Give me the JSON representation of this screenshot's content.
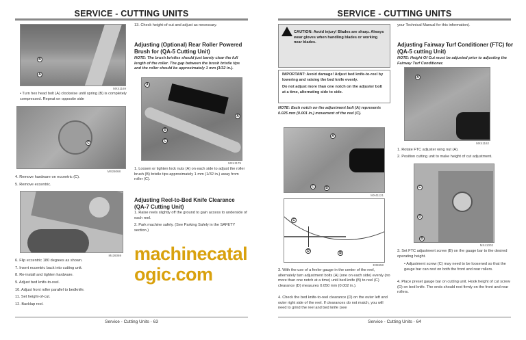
{
  "watermark": "machinecatalogic.com",
  "left_page": {
    "header": "SERVICE - CUTTING UNITS",
    "footer": "Service - Cutting Units - 63",
    "figure1": {
      "caption": "MX41169",
      "callouts": [
        "B",
        "A"
      ]
    },
    "bullet1": "•  Turn hex head bolt (A) clockwise until spring (B) is completely compressed. Repeat on opposite side",
    "figure2": {
      "caption": "MX26068",
      "callouts": [
        "C"
      ]
    },
    "step4": "4. Remove hardware on eccentric (C).",
    "step5": "5. Remove eccentric.",
    "figure3": {
      "caption": "Mx26069"
    },
    "steps_b": [
      "6. Flip eccentric 180 degrees as shown.",
      "7. Insert eccentric back into cutting unit.",
      "8. Re-install and tighten hardware.",
      "9. Adjust bed knife-to-reel.",
      "10. Adjust front roller parallel to bedknife.",
      "11. Set height-of-cut.",
      "12. Backlap reel."
    ],
    "step13": "13. Check height-of-cut and adjust as necessary.",
    "brush_heading": "Adjusting (Optional) Rear Roller Powered Brush for (QA-5 Cutting Unit)",
    "brush_note": "NOTE: The brush bristles should just barely clear the full length of the roller. The gap between the brush bristle tips and the roller should be approximately 1 mm (1/32 in.).",
    "figure4": {
      "caption": "MX41175",
      "callouts": [
        "A",
        "A",
        "B",
        "C"
      ]
    },
    "brush_step1": "1. Loosen or tighten lock nuts (A) on each side to adjust the roller brush (B) bristle tips approximately 1 mm (1/32 in.) away from roller (C).",
    "reel_heading": "Adjusting Reel-to-Bed Knife Clearance (QA-7 Cutting Unit)",
    "reel_steps": [
      "1. Raise reels slightly off the ground to gain access to underside of each reel.",
      "2. Park machine safely. (See Parking Safely in the SAFETY section.)"
    ]
  },
  "right_page": {
    "header": "SERVICE - CUTTING UNITS",
    "footer": "Service - Cutting Units - 64",
    "caution": "CAUTION: Avoid injury!  Blades are sharp. Always wear gloves when handling blades or working near blades.",
    "important_1": "IMPORTANT: Avoid damage!  Adjust bed knife-to-reel by lowering and raising the bed knife evenly.",
    "important_2": "Do not adjust more than one notch on the adjuster bolt at a time, alternating side to side.",
    "notch_note": "NOTE: Each notch on the adjustment bolt (A) represents 0.025 mm (0.001 in.) movement of the reel (C).",
    "figure1": {
      "caption": "MX41121",
      "callouts": [
        "A",
        "C",
        "B"
      ]
    },
    "figure2": {
      "caption": "E35558",
      "callouts": [
        "C",
        "D",
        "B"
      ]
    },
    "step3": "3. With the use of a feeler gauge in the center of the reel, alternately turn adjustment bolts (A) (one on each side) evenly (no more than one notch at a time) until bed knife (B) to reel (C) clearance (D) measures 0.050 mm (0.002 in.).",
    "step4": "4. Check the bed knife-to-reel clearance (D) on the outer left and outer right side of the reel. If clearances do not match, you will need to grind the reel and bed knife (see",
    "continued": "your Technical Manual for this information).",
    "ftc_heading": "Adjusting Fairway Turf Conditioner (FTC) for (QA-5 cutting Unit)",
    "ftc_note": "NOTE: Height Of Cut must be adjusted prior to adjusting the Fairway Turf Conditioner.",
    "figure3": {
      "caption": "MX41162",
      "callouts": [
        "A"
      ]
    },
    "ftc_steps": [
      "1. Rotate FTC adjuster wing nut (A).",
      "2. Position cutting unit to make height of cut adjustment."
    ],
    "figure4": {
      "caption": "MX41002",
      "callouts": [
        "C",
        "D",
        "B"
      ]
    },
    "ftc_step3": "3. Set FTC adjustment screw (B) on the gauge bar to the desired operating height.",
    "ftc_bullet": "•  Adjustment screw (C) may need to be loosened so that the gauge bar can rest on both the front and rear rollers.",
    "ftc_step4": "4. Place preset gauge bar on cutting unit. Hook height of cut screw (D) on bed knife. The ends should rest firmly on the front and rear rollers."
  }
}
